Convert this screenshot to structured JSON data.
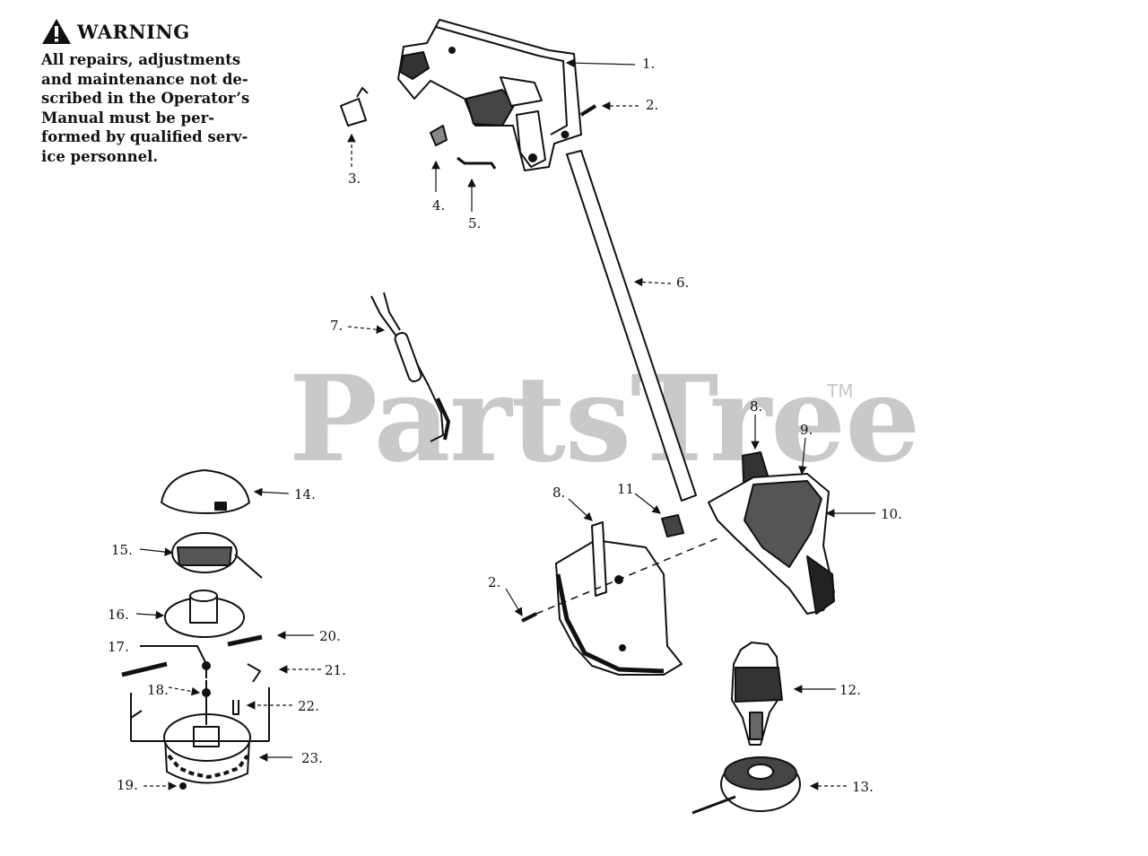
{
  "warning": {
    "title": "WARNING",
    "lines": [
      "All repairs, adjustments",
      "and maintenance not de-",
      "scribed in the Operator’s",
      "Manual must be per-",
      "formed by qualified serv-",
      "ice personnel."
    ]
  },
  "watermark": {
    "text": "PartsTree",
    "tm": "TM"
  },
  "labels": [
    "1.",
    "2.",
    "3.",
    "4.",
    "5.",
    "6.",
    "7.",
    "8.",
    "9.",
    "10.",
    "11",
    "2.",
    "8.",
    "12.",
    "13.",
    "14.",
    "15.",
    "16.",
    "17.",
    "18.",
    "19.",
    "20.",
    "21.",
    "22.",
    "23."
  ]
}
